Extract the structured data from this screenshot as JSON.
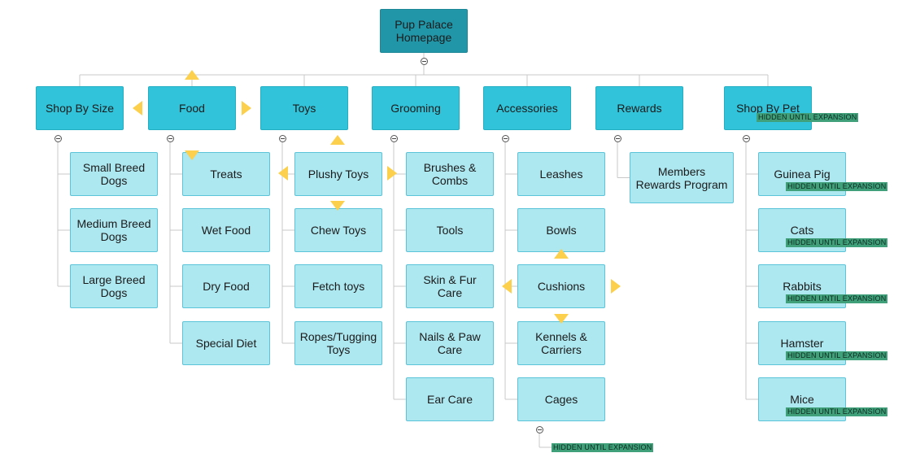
{
  "sitemap": {
    "root": {
      "id": "root",
      "label": "Pup Palace Homepage"
    },
    "sections": [
      {
        "id": "size",
        "label": "Shop By Size",
        "children": [
          {
            "label": "Small Breed Dogs"
          },
          {
            "label": "Medium Breed Dogs"
          },
          {
            "label": "Large Breed Dogs"
          }
        ]
      },
      {
        "id": "food",
        "label": "Food",
        "children": [
          {
            "label": "Treats"
          },
          {
            "label": "Wet Food"
          },
          {
            "label": "Dry Food"
          },
          {
            "label": "Special Diet"
          }
        ]
      },
      {
        "id": "toys",
        "label": "Toys",
        "children": [
          {
            "label": "Plushy Toys"
          },
          {
            "label": "Chew Toys"
          },
          {
            "label": "Fetch toys"
          },
          {
            "label": "Ropes/Tugging Toys"
          }
        ]
      },
      {
        "id": "grooming",
        "label": "Grooming",
        "children": [
          {
            "label": "Brushes & Combs"
          },
          {
            "label": "Tools"
          },
          {
            "label": "Skin & Fur Care"
          },
          {
            "label": "Nails & Paw Care"
          },
          {
            "label": "Ear Care"
          }
        ]
      },
      {
        "id": "accessories",
        "label": "Accessories",
        "children": [
          {
            "label": "Leashes"
          },
          {
            "label": "Bowls"
          },
          {
            "label": "Cushions"
          },
          {
            "label": "Kennels & Carriers"
          },
          {
            "label": "Cages"
          }
        ]
      },
      {
        "id": "rewards",
        "label": "Rewards",
        "children": [
          {
            "label": "Members Rewards Program"
          }
        ]
      },
      {
        "id": "pet",
        "label": "Shop By Pet",
        "tag": "HIDDEN UNTIL EXPANSION",
        "children": [
          {
            "label": "Guinea Pig",
            "tag": "HIDDEN UNTIL EXPANSION"
          },
          {
            "label": "Cats",
            "tag": "HIDDEN UNTIL EXPANSION"
          },
          {
            "label": "Rabbits",
            "tag": "HIDDEN UNTIL EXPANSION"
          },
          {
            "label": "Hamster",
            "tag": "HIDDEN UNTIL EXPANSION"
          },
          {
            "label": "Mice",
            "tag": "HIDDEN UNTIL EXPANSION"
          }
        ]
      }
    ],
    "extra_tags": [
      {
        "anchor": "accessories.4",
        "text": "HIDDEN UNTIL EXPANSION"
      }
    ]
  },
  "colors": {
    "root": "#2196a8",
    "section": "#31c3d9",
    "page": "#ade7f0",
    "connector": "#c8c8c8",
    "handle": "#fcd04c",
    "tag": "#3fa07a"
  },
  "icons": {
    "collapse": "collapse-circle-icon",
    "handle_up": "arrow-up-handle-icon",
    "handle_down": "arrow-down-handle-icon",
    "handle_left": "arrow-left-handle-icon",
    "handle_right": "arrow-right-handle-icon"
  }
}
